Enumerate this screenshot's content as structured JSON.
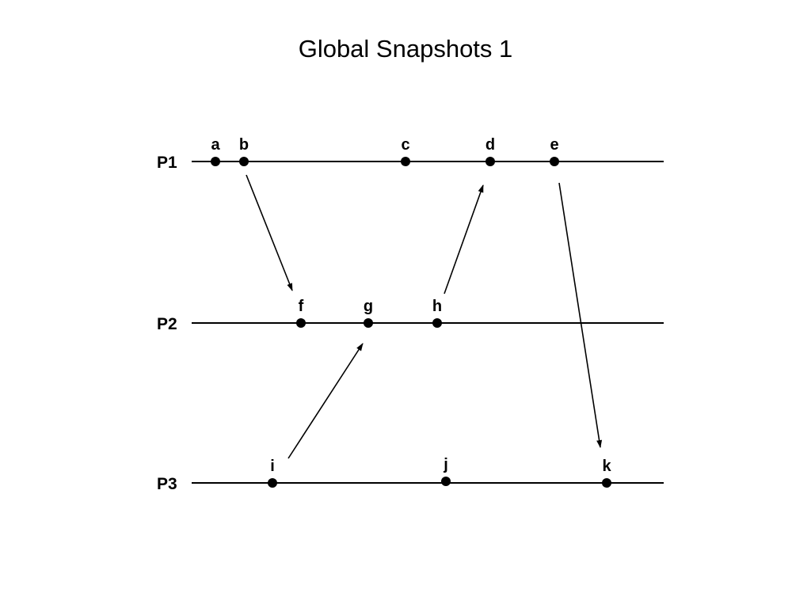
{
  "title": "Global Snapshots 1",
  "colors": {
    "background": "#ffffff",
    "ink": "#000000"
  },
  "processes": [
    {
      "label": "P1",
      "events": [
        {
          "label": "a"
        },
        {
          "label": "b"
        },
        {
          "label": "c"
        },
        {
          "label": "d"
        },
        {
          "label": "e"
        }
      ]
    },
    {
      "label": "P2",
      "events": [
        {
          "label": "f"
        },
        {
          "label": "g"
        },
        {
          "label": "h"
        }
      ]
    },
    {
      "label": "P3",
      "events": [
        {
          "label": "i"
        },
        {
          "label": "j"
        },
        {
          "label": "k"
        }
      ]
    }
  ],
  "messages": [
    {
      "from": "b",
      "to": "f"
    },
    {
      "from": "h",
      "to": "d"
    },
    {
      "from": "i",
      "to": "g"
    },
    {
      "from": "e",
      "to": "k"
    }
  ]
}
